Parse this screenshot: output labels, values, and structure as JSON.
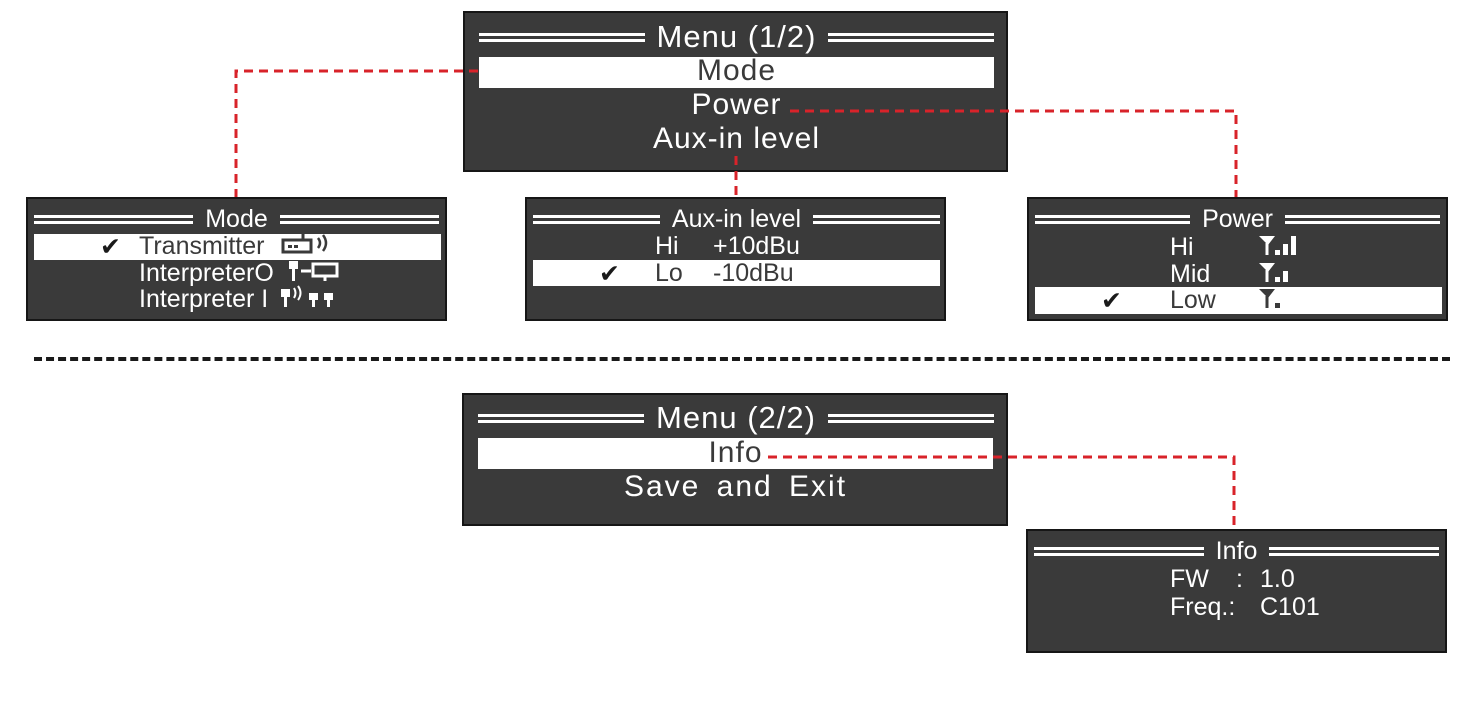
{
  "menu1": {
    "title": "Menu (1/2)",
    "items": [
      "Mode",
      "Power",
      "Aux-in level"
    ]
  },
  "mode": {
    "title": "Mode",
    "check": "✔",
    "items": [
      "Transmitter",
      "InterpreterO",
      "Interpreter I"
    ],
    "icons": [
      "transmitter-icon",
      "interpreter-out-icon",
      "interpreter-in-icon"
    ]
  },
  "aux": {
    "title": "Aux-in level",
    "check": "✔",
    "items": [
      {
        "name": "Hi",
        "value": "+10dBu"
      },
      {
        "name": "Lo",
        "value": "-10dBu"
      }
    ]
  },
  "power": {
    "title": "Power",
    "check": "✔",
    "items": [
      "Hi",
      "Mid",
      "Low"
    ],
    "icons": [
      "antenna-signal-high-icon",
      "antenna-signal-mid-icon",
      "antenna-signal-low-icon"
    ]
  },
  "menu2": {
    "title": "Menu (2/2)",
    "items": [
      "Info",
      "Save and Exit"
    ]
  },
  "info": {
    "title": "Info",
    "rows": [
      {
        "label": "FW",
        "sep": ":",
        "value": "1.0"
      },
      {
        "label": "Freq.:",
        "sep": "",
        "value": "C101"
      }
    ]
  },
  "colors": {
    "screen": "#3a3a3a",
    "connector": "#d8232a",
    "text": "#ffffff"
  }
}
